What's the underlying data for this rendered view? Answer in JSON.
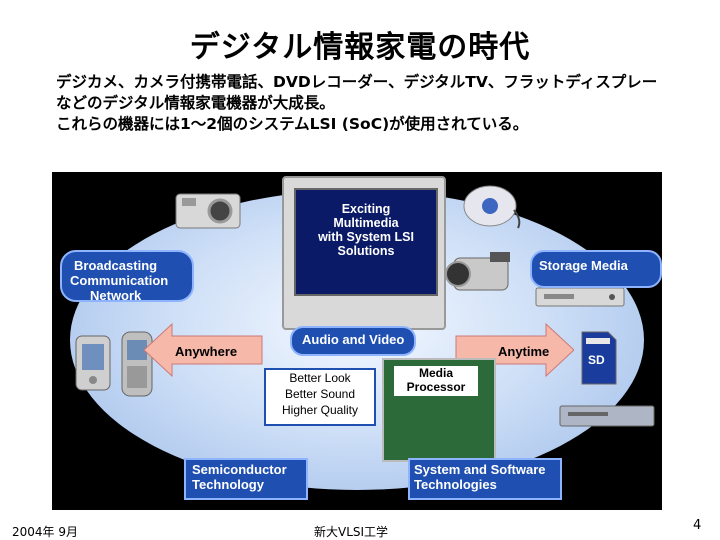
{
  "slide": {
    "title": "デジタル情報家電の時代",
    "body_lines": [
      "デジカメ、カメラ付携帯電話、DVDレコーダー、デジタルTV、フラットディスプレー",
      "などのデジタル情報家電機器が大成長。",
      "これらの機器には1～2個のシステムLSI (SoC)が使用されている。"
    ]
  },
  "figure": {
    "screen_lines": [
      "Exciting",
      "Multimedia",
      "with System LSI",
      "Solutions"
    ],
    "broadcasting_lines": [
      "Broadcasting",
      "Communication",
      "Network"
    ],
    "storage_media": "Storage Media",
    "audio_video": "Audio and Video",
    "anywhere": "Anywhere",
    "anytime": "Anytime",
    "quality_lines": [
      "Better Look",
      "Better Sound",
      "Higher Quality"
    ],
    "media_processor_lines": [
      "Media",
      "Processor"
    ],
    "semiconductor_lines": [
      "Semiconductor",
      "Technology"
    ],
    "system_software_lines": [
      "System and Software",
      "Technologies"
    ],
    "icons": [
      "camera-icon",
      "cd-player-icon",
      "camcorder-icon",
      "dvd-recorder-icon",
      "sd-card-icon",
      "set-top-box-icon",
      "pda-icon",
      "mobile-phone-icon",
      "television-icon"
    ]
  },
  "footer": {
    "date": "2004年 9月",
    "org": "新大VLSI工学",
    "page": "4"
  },
  "colors": {
    "accent_blue": "#1f4fb0",
    "arrow_fill": "#f6b8a8"
  }
}
